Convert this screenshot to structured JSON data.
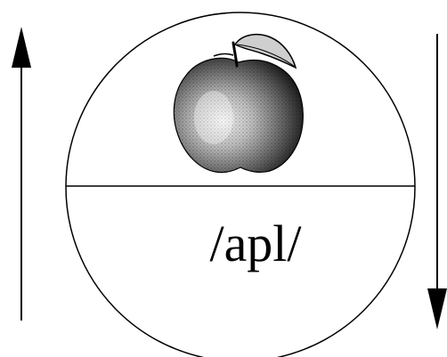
{
  "diagram": {
    "word": "/apl/",
    "picture": "apple",
    "arrows": {
      "left": "up",
      "right": "down"
    },
    "colors": {
      "stroke": "#000000",
      "background": "#ffffff",
      "apple_dark": "#2a2a2a",
      "apple_light": "#e0e0e0"
    }
  }
}
